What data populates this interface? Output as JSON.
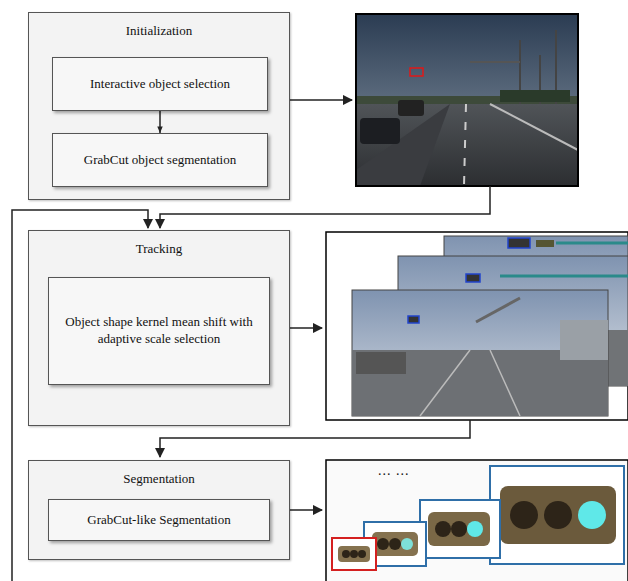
{
  "diagram": {
    "nodes": [
      {
        "text": [
          "Initialization"
        ]
      },
      {
        "text": [
          "Interactive object selection"
        ],
        "in": 0
      },
      {
        "text": [
          "GrabCut object segmentation"
        ],
        "in": 0
      },
      {
        "text": [
          "Tracking"
        ]
      },
      {
        "text": [
          "Object shape kernel mean shift with adaptive scale selection"
        ],
        "in": 3
      },
      {
        "text": [
          "Segmentation"
        ]
      },
      {
        "text": [
          "GrabCut-like Segmentation"
        ],
        "in": 5
      }
    ],
    "edges": [
      {
        "from": 1,
        "to": 2,
        "arrow": "to"
      }
    ],
    "labels": [
      "... ..."
    ]
  }
}
